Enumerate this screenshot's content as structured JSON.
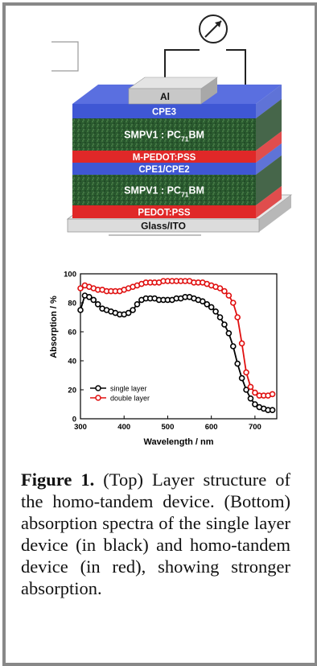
{
  "diagram": {
    "layers": [
      {
        "id": "al",
        "label": "Al",
        "color": "#c8c8c8",
        "text_color": "#111111"
      },
      {
        "id": "cpe3",
        "label": "CPE3",
        "color": "#3f57d4",
        "text_color": "#ffffff"
      },
      {
        "id": "smpv1_top",
        "label": "SMPV1 : PC",
        "sub": "71",
        "tail": "BM",
        "color": "#2a5a2f",
        "text_color": "#ffffff"
      },
      {
        "id": "mpedot",
        "label": "M-PEDOT:PSS",
        "color": "#e02828",
        "text_color": "#ffffff"
      },
      {
        "id": "cpe12",
        "label": "CPE1/CPE2",
        "color": "#3f57d4",
        "text_color": "#ffffff"
      },
      {
        "id": "smpv1_bot",
        "label": "SMPV1 : PC",
        "sub": "71",
        "tail": "BM",
        "color": "#2a5a2f",
        "text_color": "#ffffff"
      },
      {
        "id": "pedot",
        "label": "PEDOT:PSS",
        "color": "#e02828",
        "text_color": "#ffffff"
      },
      {
        "id": "glass",
        "label": "Glass/ITO",
        "color": "#dcdcdc",
        "text_color": "#111111"
      }
    ],
    "meter_icon": "voltmeter-icon"
  },
  "chart_data": {
    "type": "line",
    "xlabel": "Wavelength / nm",
    "ylabel": "Absorption / %",
    "xlim": [
      300,
      750
    ],
    "ylim": [
      0,
      100
    ],
    "xticks": [
      300,
      400,
      500,
      600,
      700
    ],
    "yticks": [
      0,
      20,
      40,
      60,
      80,
      100
    ],
    "legend_position": "bottom-left",
    "series": [
      {
        "name": "single layer",
        "color": "#000000",
        "x": [
          300,
          310,
          320,
          330,
          340,
          350,
          360,
          370,
          380,
          390,
          400,
          410,
          420,
          430,
          440,
          450,
          460,
          470,
          480,
          490,
          500,
          510,
          520,
          530,
          540,
          550,
          560,
          570,
          580,
          590,
          600,
          610,
          620,
          630,
          640,
          650,
          660,
          670,
          680,
          690,
          700,
          710,
          720,
          730,
          740
        ],
        "y": [
          75,
          85,
          84,
          82,
          79,
          76,
          75,
          74,
          73,
          72,
          72,
          73,
          75,
          79,
          82,
          83,
          83,
          83,
          82,
          82,
          82,
          82,
          83,
          83,
          84,
          84,
          83,
          82,
          81,
          79,
          77,
          74,
          70,
          65,
          59,
          50,
          38,
          28,
          20,
          14,
          10,
          8,
          7,
          6,
          6
        ]
      },
      {
        "name": "double layer",
        "color": "#e01010",
        "x": [
          300,
          310,
          320,
          330,
          340,
          350,
          360,
          370,
          380,
          390,
          400,
          410,
          420,
          430,
          440,
          450,
          460,
          470,
          480,
          490,
          500,
          510,
          520,
          530,
          540,
          550,
          560,
          570,
          580,
          590,
          600,
          610,
          620,
          630,
          640,
          650,
          660,
          670,
          680,
          690,
          700,
          710,
          720,
          730,
          740
        ],
        "y": [
          90,
          92,
          91,
          90,
          89,
          89,
          88,
          88,
          88,
          88,
          89,
          90,
          91,
          92,
          93,
          94,
          94,
          94,
          94,
          95,
          95,
          95,
          95,
          95,
          95,
          95,
          94,
          94,
          94,
          93,
          92,
          91,
          90,
          88,
          85,
          80,
          70,
          52,
          32,
          22,
          18,
          16,
          16,
          16,
          17
        ]
      }
    ]
  },
  "caption": {
    "label": "Figure 1.",
    "text": " (Top) Layer structure of the homo-tandem device. (Bottom) absorption spectra of the single layer device (in black) and homo-tandem device (in red), showing stronger absorption."
  }
}
